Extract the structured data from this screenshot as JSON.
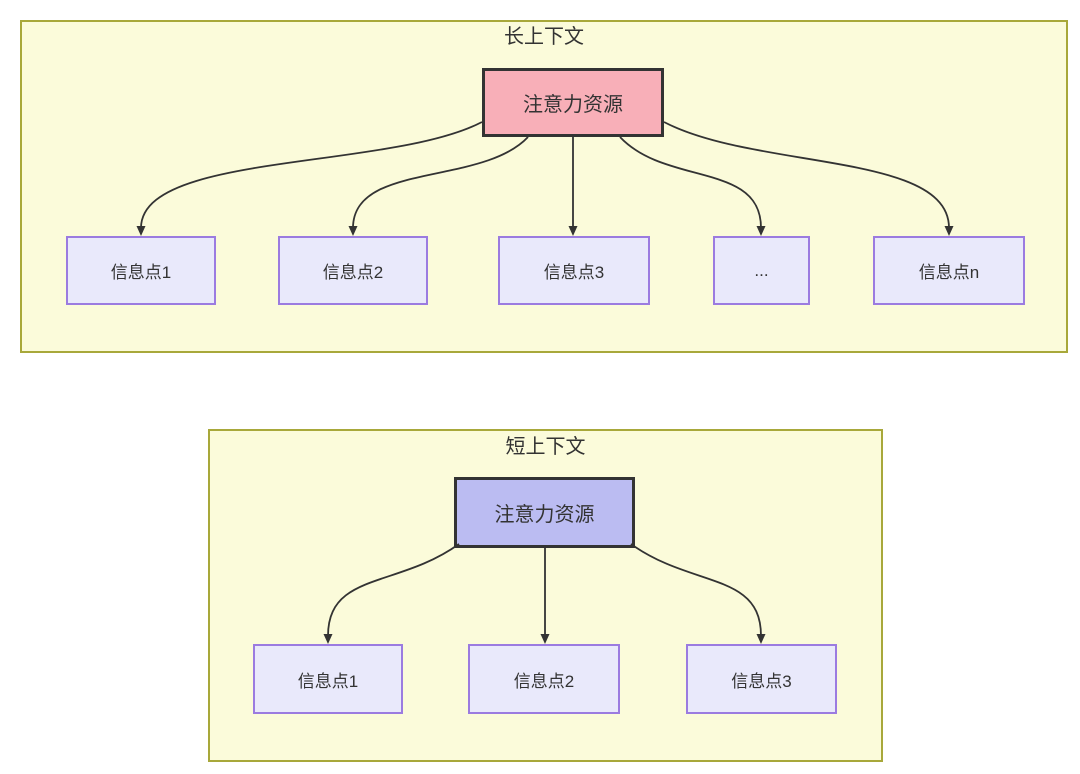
{
  "diagram": {
    "type": "attention-allocation-comparison",
    "colors": {
      "container_fill": "#FBFBDA",
      "container_border": "#A8A83A",
      "attention_long_fill": "#F8AFB8",
      "attention_short_fill": "#BBBCF2",
      "attention_border": "#333333",
      "info_fill": "#E9E9FB",
      "info_border": "#9B7BE0",
      "arrow_color": "#333333",
      "text_color": "#333333"
    },
    "long_context": {
      "title": "长上下文",
      "attention_label": "注意力资源",
      "info_points": [
        "信息点1",
        "信息点2",
        "信息点3",
        "...",
        "信息点n"
      ],
      "connections": [
        {
          "from": "注意力资源",
          "to": "信息点1"
        },
        {
          "from": "注意力资源",
          "to": "信息点2"
        },
        {
          "from": "注意力资源",
          "to": "信息点3"
        },
        {
          "from": "注意力资源",
          "to": "..."
        },
        {
          "from": "注意力资源",
          "to": "信息点n"
        }
      ]
    },
    "short_context": {
      "title": "短上下文",
      "attention_label": "注意力资源",
      "info_points": [
        "信息点1",
        "信息点2",
        "信息点3"
      ],
      "connections": [
        {
          "from": "注意力资源",
          "to": "信息点1"
        },
        {
          "from": "注意力资源",
          "to": "信息点2"
        },
        {
          "from": "注意力资源",
          "to": "信息点3"
        }
      ]
    }
  }
}
